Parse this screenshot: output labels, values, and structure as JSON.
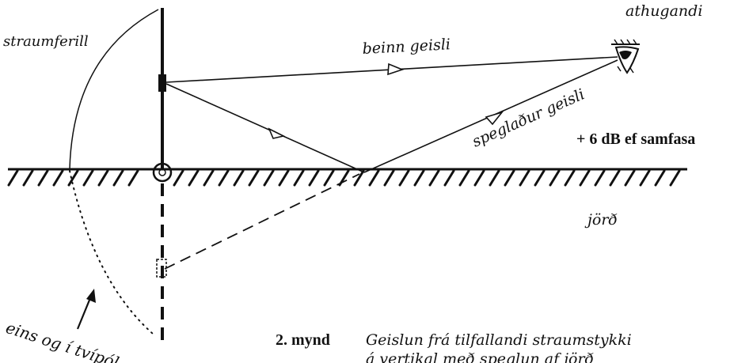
{
  "labels": {
    "current_path": "straumferill",
    "direct_ray": "beinn geisli",
    "observer": "athugandi",
    "reflected_ray": "speglaður geisli",
    "gain_note": "+ 6 dB ef samfasa",
    "ground": "jörð",
    "dipole_note": "eins og í tvípól"
  },
  "caption": {
    "number": "2. mynd",
    "line1": "Geislun frá tilfallandi straumstykki",
    "line2": "á vertikal með speglun af jörð"
  },
  "colors": {
    "ink": "#111111",
    "background": "#ffffff"
  }
}
